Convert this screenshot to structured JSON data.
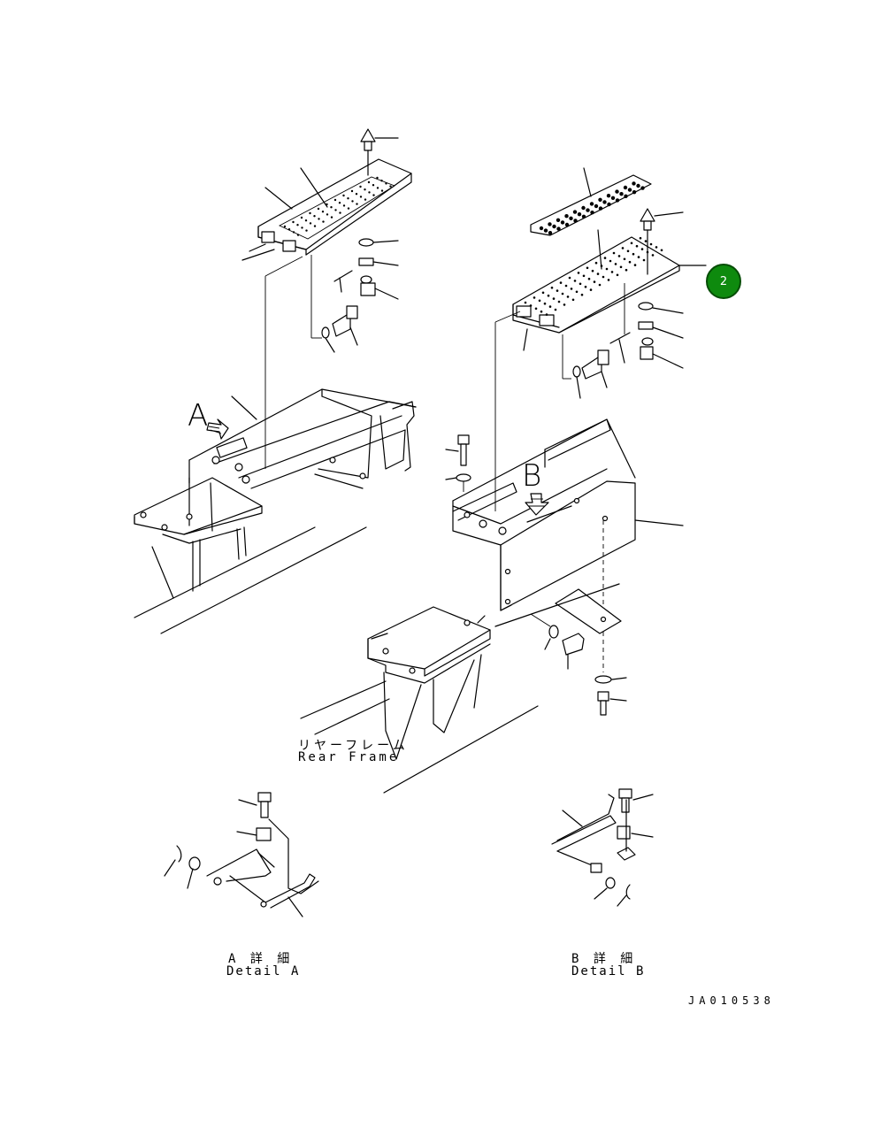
{
  "labels": {
    "view_a": "A",
    "view_b": "B",
    "rear_frame_jp": "リヤーフレーム",
    "rear_frame_en": "Rear Frame",
    "detail_a_jp": "A 詳 細",
    "detail_a_en": "Detail A",
    "detail_b_jp": "B 詳 細",
    "detail_b_en": "Detail B",
    "drawing_code": "JA010538"
  },
  "callouts": [
    {
      "number": "2"
    }
  ],
  "colors": {
    "line": "#000000",
    "callout_fill": "#0e8a0e"
  }
}
